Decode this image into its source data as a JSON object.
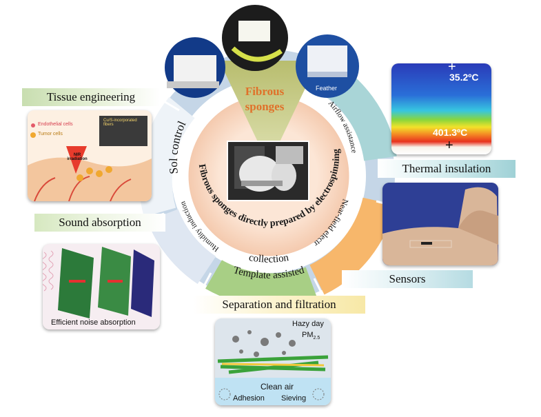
{
  "center": {
    "title_line1": "Fibrous",
    "title_line2": "sponges",
    "ring_text": "Fibrous sponges directly prepared by electrospinning",
    "photo_caption": "Feather"
  },
  "segments": {
    "sol_control": "Sol control",
    "airflow": "Airflow assistance",
    "near_field": "Near-field electrospinning",
    "template_line1": "Template assisted",
    "template_line2": "collection",
    "humidity": "Humidity induction"
  },
  "applications": {
    "tissue": "Tissue engineering",
    "sound": "Sound absorption",
    "thermal": "Thermal insulation",
    "sensors": "Sensors",
    "separation": "Separation and filtration"
  },
  "tissue_panel": {
    "endothelial": "Endothelial cells",
    "tumor": "Tumor cells",
    "nir": "NIR irradiation",
    "fibers": "Cu/S-incorporated fibers"
  },
  "sound_panel": {
    "caption": "Efficient noise absorption"
  },
  "thermal_panel": {
    "top_temp": "35.2ºC",
    "bottom_temp": "401.3ºC",
    "plus": "+"
  },
  "filtration_panel": {
    "hazy": "Hazy day",
    "pm": "PM",
    "pm_sub": "2.5",
    "clean": "Clean air",
    "adhesion": "Adhesion",
    "sieving": "Sieving"
  },
  "colors": {
    "tissue_label": "#dbe9c4",
    "sound_label": "#e4efd2",
    "thermal_label": "#b9dfe3",
    "sensors_label": "#c9e4ea",
    "separation_label": "#fbf1c6",
    "ring_inner": "#f8dac6",
    "cone": "#c9cd8a",
    "title": "#e0712a"
  }
}
